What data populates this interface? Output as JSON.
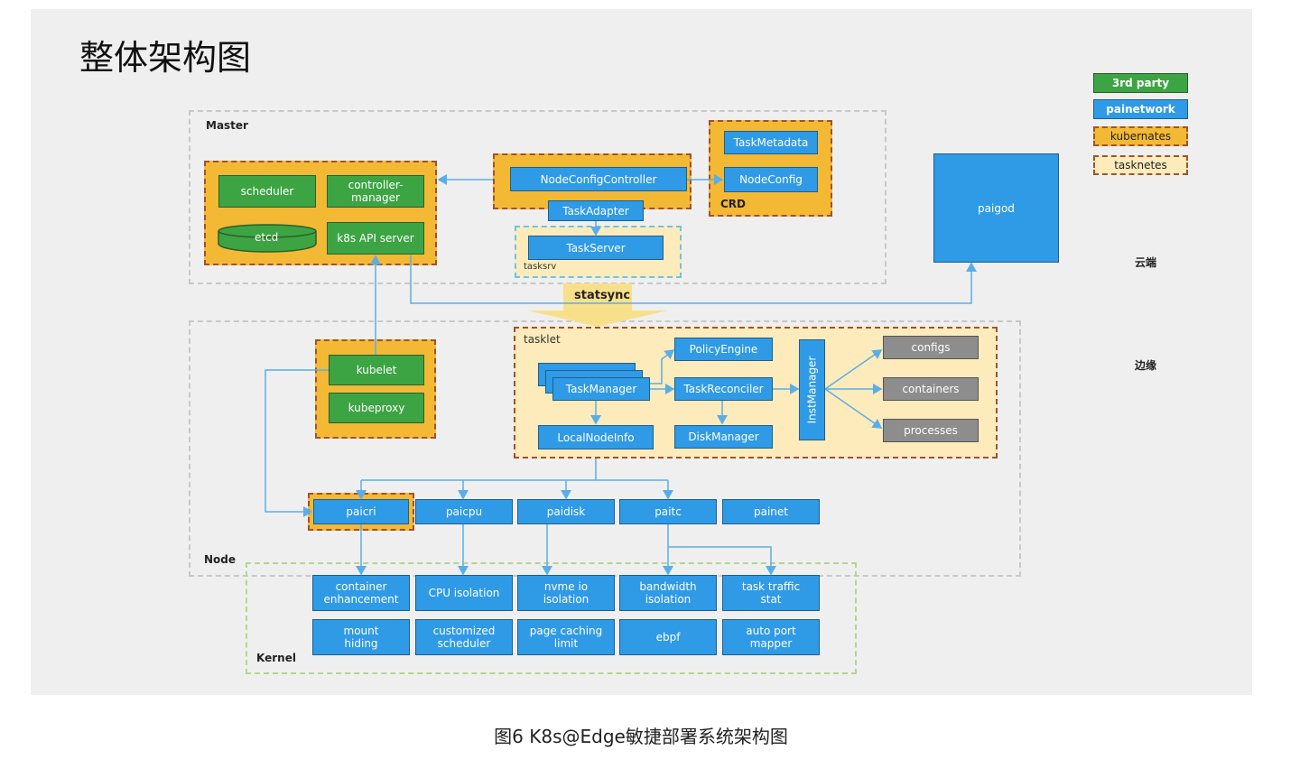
{
  "page_title": "整体架构图",
  "caption": "图6 K8s@Edge敏捷部署系统架构图",
  "regions": {
    "master": "Master",
    "node": "Node",
    "kernel": "Kernel",
    "crd": "CRD",
    "tasksrv": "tasksrv",
    "tasklet": "tasklet"
  },
  "side_labels": {
    "cloud": "云端",
    "edge": "边缘"
  },
  "legend": {
    "third_party": "3rd party",
    "painetwork": "painetwork",
    "kubernates": "kubernates",
    "tasknetes": "tasknetes"
  },
  "master": {
    "scheduler": "scheduler",
    "controller_manager": "controller-\nmanager",
    "etcd": "etcd",
    "api_server": "k8s API server",
    "node_config_controller": "NodeConfigController",
    "task_adapter": "TaskAdapter",
    "task_server": "TaskServer",
    "task_metadata": "TaskMetadata",
    "node_config": "NodeConfig",
    "paigod": "paigod",
    "statsync": "statsync"
  },
  "node": {
    "kubelet": "kubelet",
    "kubeproxy": "kubeproxy",
    "task_manager": "TaskManager",
    "local_node_info": "LocalNodeInfo",
    "policy_engine": "PolicyEngine",
    "task_reconciler": "TaskReconciler",
    "disk_manager": "DiskManager",
    "inst_manager": "InstManager",
    "configs": "configs",
    "containers": "containers",
    "processes": "processes",
    "paicri": "paicri",
    "paicpu": "paicpu",
    "paidisk": "paidisk",
    "paitc": "paitc",
    "painet": "painet"
  },
  "kernel": {
    "container_enhancement": "container\nenhancement",
    "cpu_isolation": "CPU isolation",
    "nvme_io_isolation": "nvme io\nisolation",
    "bandwidth_isolation": "bandwidth\nisolation",
    "task_traffic_stat": "task traffic\nstat",
    "mount_hiding": "mount\nhiding",
    "customized_scheduler": "customized\nscheduler",
    "page_caching_limit": "page caching\nlimit",
    "ebpf": "ebpf",
    "auto_port_mapper": "auto port\nmapper"
  },
  "colors": {
    "blue": "#2f9ae6",
    "green": "#3da444",
    "kubernetes_orange": "#f3b935",
    "tasknetes_beige": "#fdebbb",
    "gray": "#8d8d8d",
    "arrow": "#5aaee8"
  }
}
